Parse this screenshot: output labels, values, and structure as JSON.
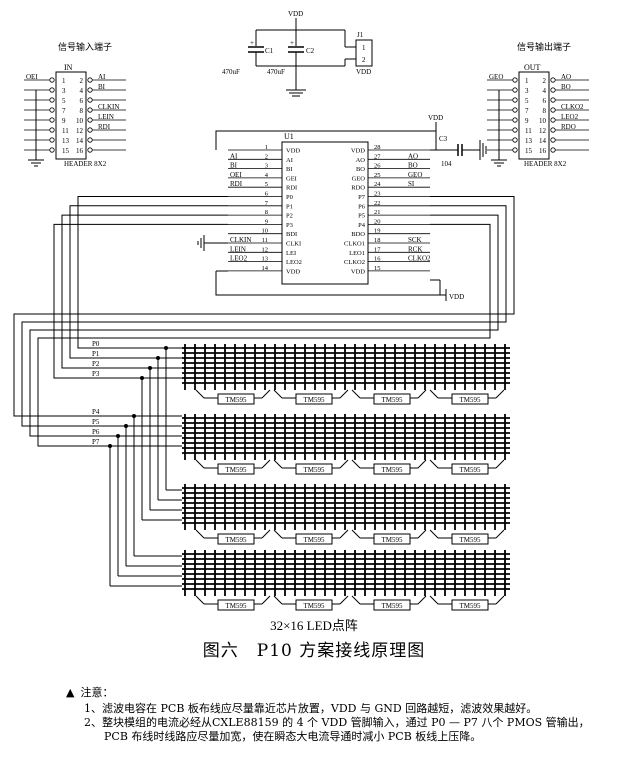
{
  "left_connector": {
    "title": "信号输入端子",
    "ref": "IN",
    "part": "HEADER 8X2",
    "odd_pins": [
      "1",
      "3",
      "5",
      "7",
      "9",
      "11",
      "13",
      "15"
    ],
    "even_pins": [
      "2",
      "4",
      "6",
      "8",
      "10",
      "12",
      "14",
      "16"
    ],
    "left_signals": [
      "OEI",
      "",
      "",
      "",
      "",
      "",
      "",
      ""
    ],
    "right_signals": [
      "AI",
      "BI",
      "",
      "CLKIN",
      "LEIN",
      "RDI",
      "",
      ""
    ]
  },
  "right_connector": {
    "title": "信号输出端子",
    "ref": "OUT",
    "part": "HEADER 8X2",
    "odd_pins": [
      "1",
      "3",
      "5",
      "7",
      "9",
      "11",
      "13",
      "15"
    ],
    "even_pins": [
      "2",
      "4",
      "6",
      "8",
      "10",
      "12",
      "14",
      "16"
    ],
    "left_signals": [
      "GEO",
      "",
      "",
      "",
      "",
      "",
      "",
      ""
    ],
    "right_signals": [
      "AO",
      "BO",
      "",
      "CLKO2",
      "LEO2",
      "RDO",
      "",
      ""
    ]
  },
  "power_section": {
    "vdd": "VDD",
    "c1_ref": "C1",
    "c1_value": "470uF",
    "c2_ref": "C2",
    "c2_value": "470uF",
    "j1_ref": "J1",
    "j1_pins": [
      "1",
      "2"
    ],
    "j1_net": "VDD",
    "plus": "+"
  },
  "ic": {
    "ref": "U1",
    "left_pins": [
      {
        "num": "1",
        "name": "VDD",
        "net": ""
      },
      {
        "num": "2",
        "name": "AI",
        "net": "AI"
      },
      {
        "num": "3",
        "name": "BI",
        "net": "BI"
      },
      {
        "num": "4",
        "name": "GEI",
        "net": "OEI"
      },
      {
        "num": "5",
        "name": "RDI",
        "net": "RDI"
      },
      {
        "num": "6",
        "name": "P0",
        "net": ""
      },
      {
        "num": "7",
        "name": "P1",
        "net": ""
      },
      {
        "num": "8",
        "name": "P2",
        "net": ""
      },
      {
        "num": "9",
        "name": "P3",
        "net": ""
      },
      {
        "num": "10",
        "name": "BDI",
        "net": ""
      },
      {
        "num": "11",
        "name": "CLKI",
        "net": "CLKIN"
      },
      {
        "num": "12",
        "name": "LEI",
        "net": "LEIN"
      },
      {
        "num": "13",
        "name": "LEO2",
        "net": "LEO2"
      },
      {
        "num": "14",
        "name": "VDD",
        "net": ""
      }
    ],
    "right_pins": [
      {
        "num": "28",
        "name": "VDD",
        "net": ""
      },
      {
        "num": "27",
        "name": "AO",
        "net": "AO"
      },
      {
        "num": "26",
        "name": "BO",
        "net": "BO"
      },
      {
        "num": "25",
        "name": "GEO",
        "net": "GEO"
      },
      {
        "num": "24",
        "name": "RDO",
        "net": "SI"
      },
      {
        "num": "23",
        "name": "P7",
        "net": ""
      },
      {
        "num": "22",
        "name": "P6",
        "net": ""
      },
      {
        "num": "21",
        "name": "P5",
        "net": ""
      },
      {
        "num": "20",
        "name": "P4",
        "net": ""
      },
      {
        "num": "19",
        "name": "BDO",
        "net": ""
      },
      {
        "num": "18",
        "name": "CLKO1",
        "net": "SCK"
      },
      {
        "num": "17",
        "name": "LEO1",
        "net": "RCK"
      },
      {
        "num": "16",
        "name": "CLKO2",
        "net": "CLKO2"
      },
      {
        "num": "15",
        "name": "VDD",
        "net": ""
      }
    ],
    "c3_ref": "C3",
    "c3_value": "104",
    "vdd_top": "VDD",
    "vdd_bottom": "VDD"
  },
  "buses": {
    "top_labels": [
      "P0",
      "P1",
      "P2",
      "P3"
    ],
    "bottom_labels": [
      "P4",
      "P5",
      "P6",
      "P7"
    ]
  },
  "led_matrix": {
    "chip_label": "TM595",
    "caption": "32×16 LED点阵"
  },
  "figure_caption": "图六　P10 方案接线原理图",
  "notes": {
    "header": "注意：",
    "items": [
      "1、滤波电容在 PCB 板布线应尽量靠近芯片放置，VDD 与 GND 回路越短，滤波效果越好。",
      "2、整块模组的电流必经从CXLE88159 的 4 个 VDD 管脚输入，通过 P0 — P7 八个 PMOS 管输出，",
      "PCB 布线时线路应尽量加宽，使在瞬态大电流导通时减小 PCB 板线上压降。"
    ]
  }
}
